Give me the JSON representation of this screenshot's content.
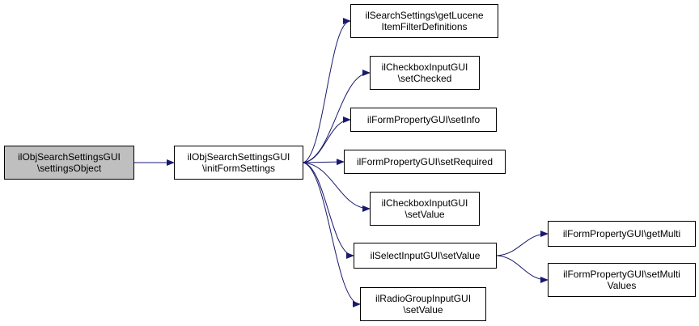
{
  "diagram": {
    "nodes": [
      {
        "id": "root",
        "lines": [
          "ilObjSearchSettingsGUI",
          "\\settingsObject"
        ],
        "highlight": true
      },
      {
        "id": "init",
        "lines": [
          "ilObjSearchSettingsGUI",
          "\\initFormSettings"
        ]
      },
      {
        "id": "lucene",
        "lines": [
          "ilSearchSettings\\getLucene",
          "ItemFilterDefinitions"
        ]
      },
      {
        "id": "cbchecked",
        "lines": [
          "ilCheckboxInputGUI",
          "\\setChecked"
        ]
      },
      {
        "id": "setinfo",
        "lines": [
          "ilFormPropertyGUI\\setInfo"
        ]
      },
      {
        "id": "setrequired",
        "lines": [
          "ilFormPropertyGUI\\setRequired"
        ]
      },
      {
        "id": "cbvalue",
        "lines": [
          "ilCheckboxInputGUI",
          "\\setValue"
        ]
      },
      {
        "id": "selectvalue",
        "lines": [
          "ilSelectInputGUI\\setValue"
        ]
      },
      {
        "id": "radiovalue",
        "lines": [
          "ilRadioGroupInputGUI",
          "\\setValue"
        ]
      },
      {
        "id": "getmulti",
        "lines": [
          "ilFormPropertyGUI\\getMulti"
        ]
      },
      {
        "id": "setmulti",
        "lines": [
          "ilFormPropertyGUI\\setMulti",
          "Values"
        ]
      }
    ],
    "edges": [
      {
        "from": "root",
        "to": "init"
      },
      {
        "from": "init",
        "to": "lucene"
      },
      {
        "from": "init",
        "to": "cbchecked"
      },
      {
        "from": "init",
        "to": "setinfo"
      },
      {
        "from": "init",
        "to": "setrequired"
      },
      {
        "from": "init",
        "to": "cbvalue"
      },
      {
        "from": "init",
        "to": "selectvalue"
      },
      {
        "from": "init",
        "to": "radiovalue"
      },
      {
        "from": "selectvalue",
        "to": "getmulti"
      },
      {
        "from": "selectvalue",
        "to": "setmulti"
      }
    ],
    "colors": {
      "edge": "#191970",
      "root_fill": "#bfbfbf",
      "node_fill": "#ffffff",
      "border": "#000000"
    }
  }
}
